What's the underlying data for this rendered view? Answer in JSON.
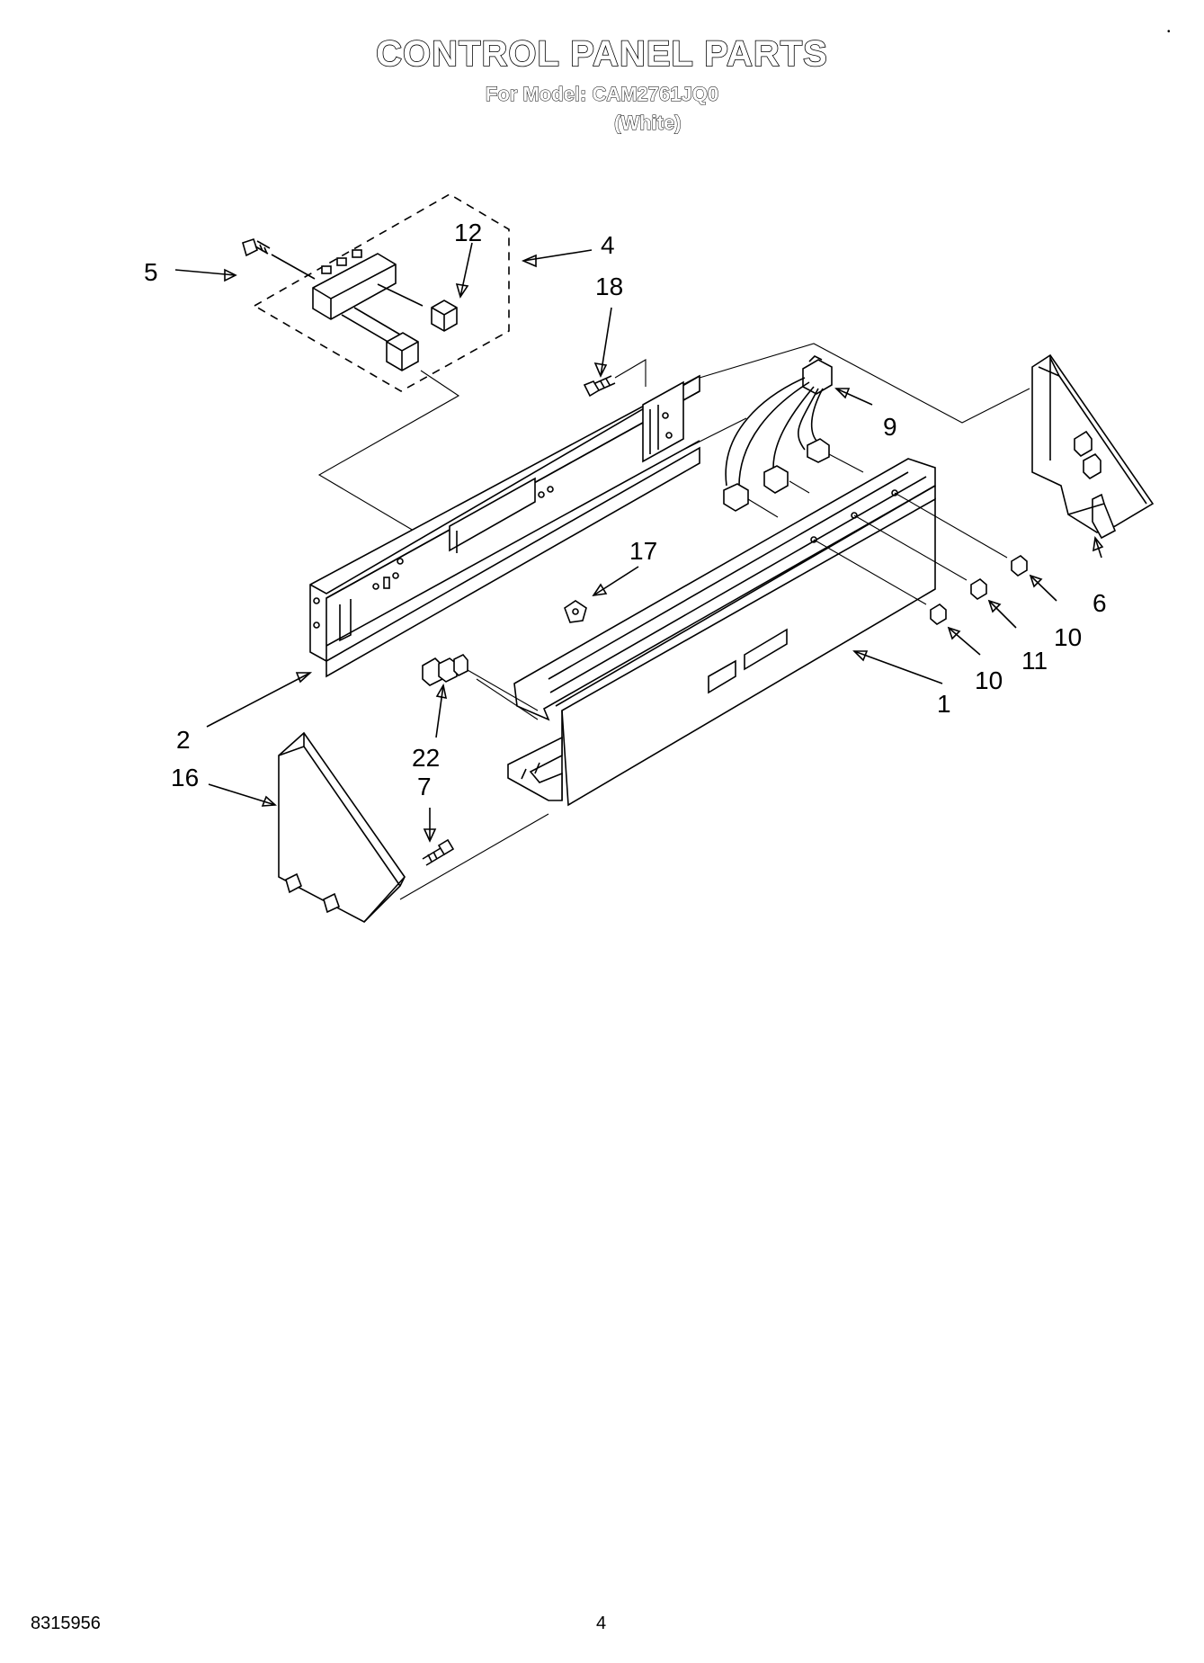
{
  "header": {
    "title": "CONTROL PANEL PARTS",
    "model_line": "For Model: CAM2761JQ0",
    "variant": "(White)"
  },
  "footer": {
    "doc_number": "8315956",
    "page_number": "4",
    "corner_mark": "•"
  },
  "callouts": [
    "5",
    "12",
    "4",
    "18",
    "9",
    "17",
    "10",
    "11",
    "6",
    "10",
    "1",
    "2",
    "22",
    "16",
    "7"
  ]
}
